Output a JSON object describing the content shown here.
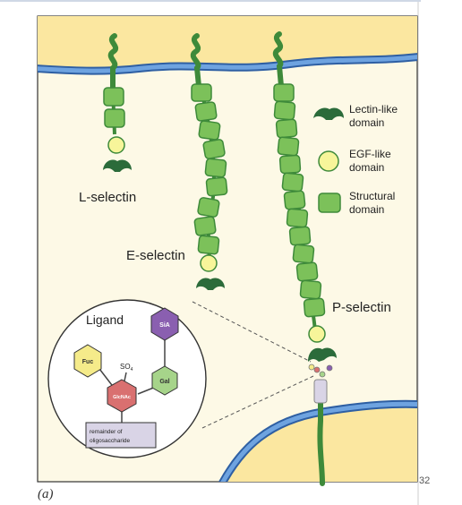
{
  "legend": {
    "lectin": "Lectin-like\ndomain",
    "egf": "EGF-like\ndomain",
    "structural": "Structural\ndomain"
  },
  "molecules": {
    "l_selectin": "L-selectin",
    "e_selectin": "E-selectin",
    "p_selectin": "P-selectin"
  },
  "ligand": {
    "title": "Ligand",
    "sia": "SiA",
    "fuc": "Fuc",
    "so4": "SO",
    "so4_sub": "4",
    "gal": "Gal",
    "glcnac": "GlcNAc",
    "remainder": "remainder of\noligosaccharide"
  },
  "page_number": "32",
  "panel_tag": "(a)",
  "colors": {
    "background": "#fdf9e6",
    "membrane_fill": "#fbe7a0",
    "membrane_blue": "#4a7fc7",
    "stalk": "#3e8a3a",
    "structural": "#7cc15a",
    "egf": "#f7f59a",
    "lectin": "#2b6b3a",
    "sia": "#8a5fb0",
    "fuc": "#f5eb8a",
    "gal": "#a6d48a",
    "glcnac": "#d97070",
    "remainder": "#d9d4e6"
  }
}
